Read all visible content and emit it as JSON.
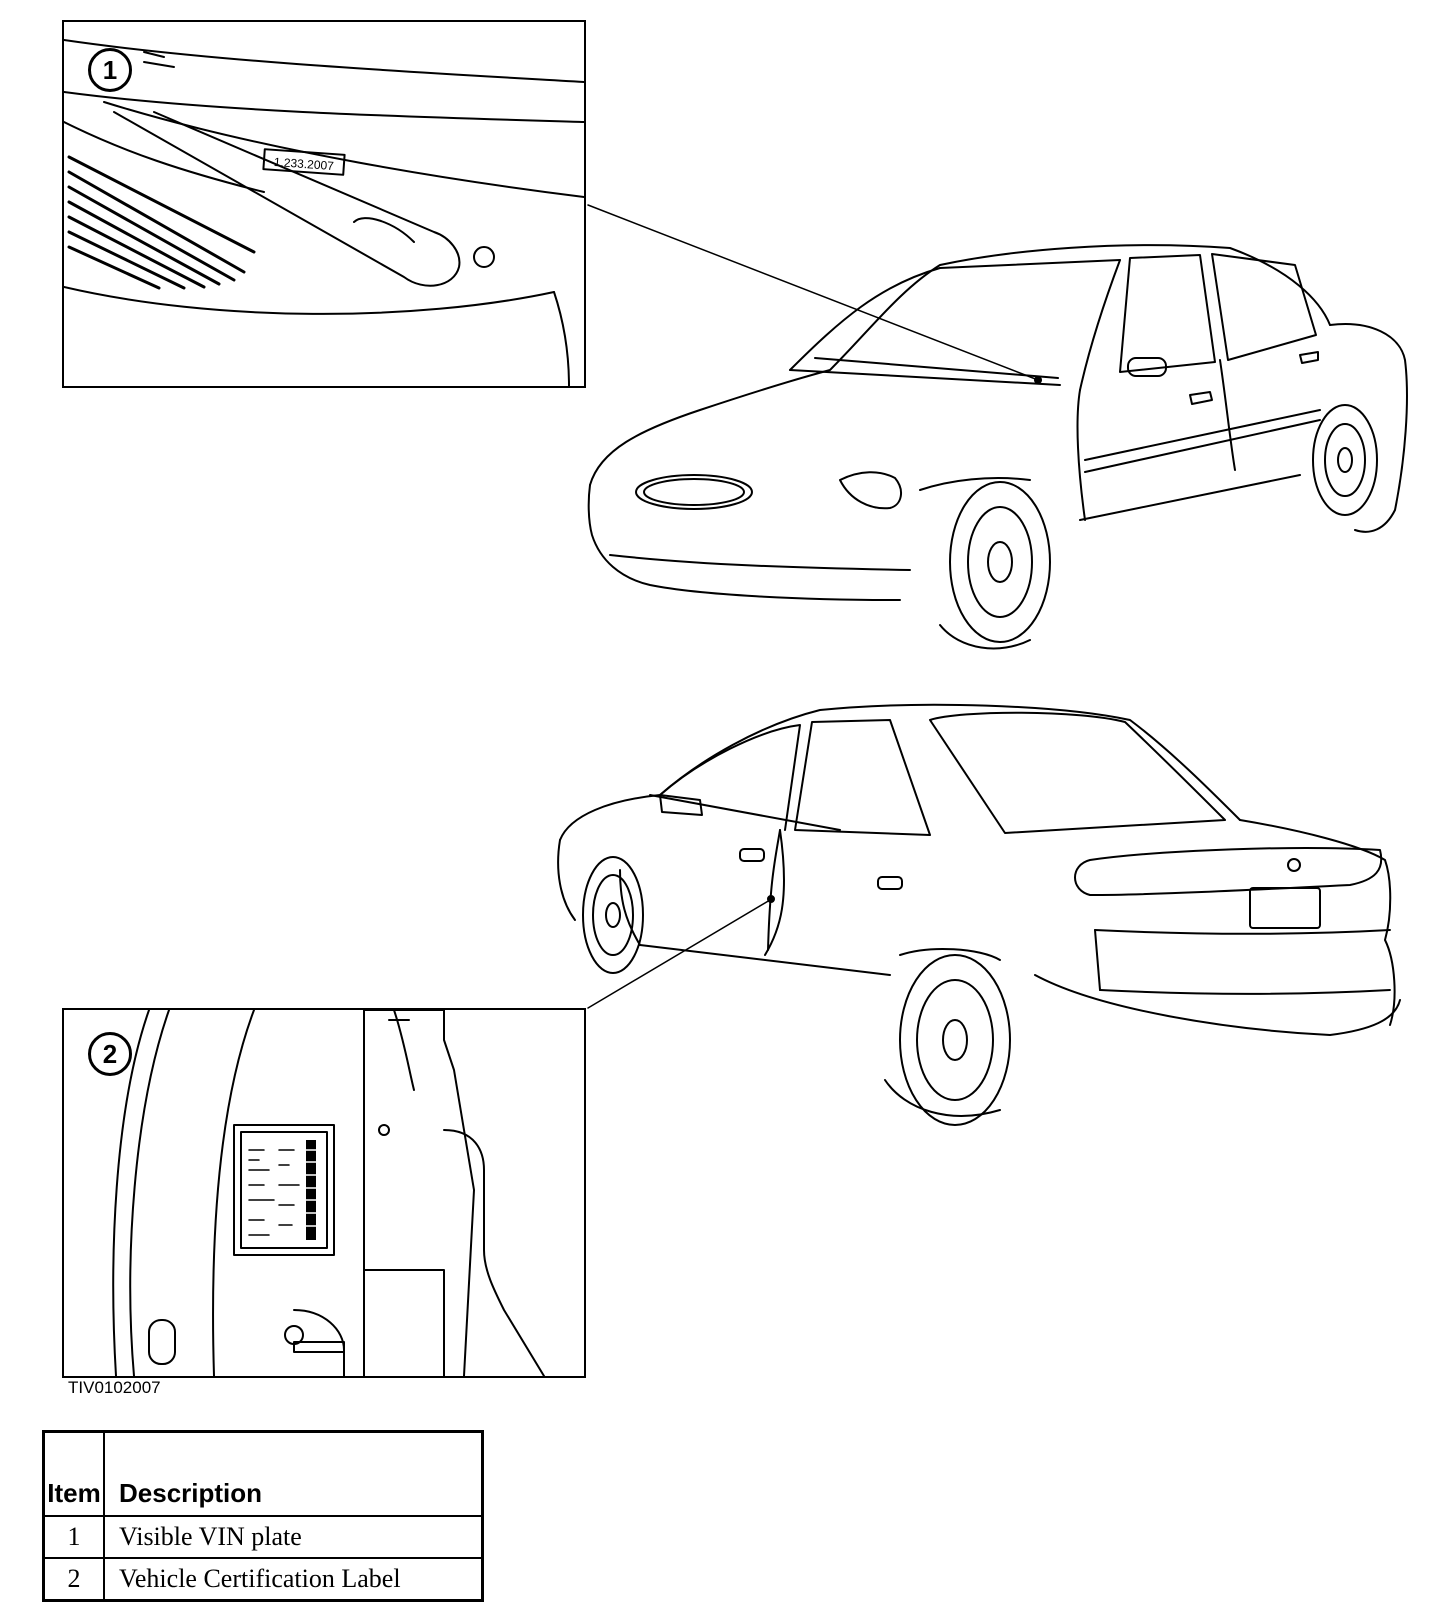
{
  "figure_code": "TIV0102007",
  "callouts": [
    {
      "number": "1"
    },
    {
      "number": "2"
    }
  ],
  "vin_plate_text": "1.233.2007",
  "legend": {
    "headers": {
      "item": "Item",
      "description": "Description"
    },
    "rows": [
      {
        "item": "1",
        "description": "Visible VIN plate"
      },
      {
        "item": "2",
        "description": "Vehicle Certification Label"
      }
    ]
  }
}
